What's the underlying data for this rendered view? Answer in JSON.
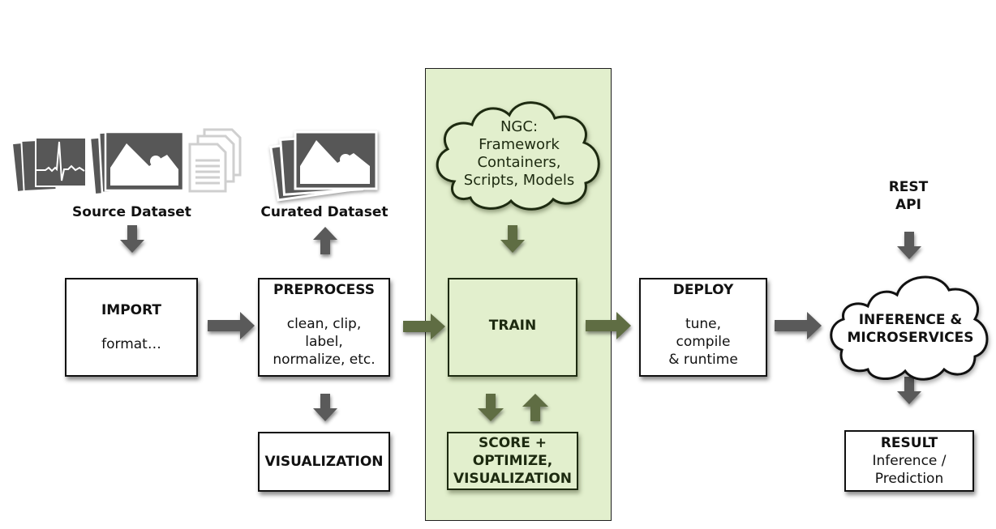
{
  "colors": {
    "arrow_gray": "#5a5a5a",
    "arrow_green": "#5f6d43",
    "panel_green": "#e2efcd",
    "green_text": "#1d2a10",
    "box_border": "#111111"
  },
  "source": {
    "label": "Source Dataset",
    "icons": [
      "ecg-photo-stack-icon",
      "landscape-photo-stack-icon",
      "document-stack-icon"
    ]
  },
  "curated": {
    "label": "Curated Dataset",
    "icons": [
      "landscape-photo-stack-icon"
    ]
  },
  "import": {
    "title": "IMPORT",
    "body": "format…"
  },
  "preprocess": {
    "title": "PREPROCESS",
    "body": [
      "clean, clip,",
      "label,",
      "normalize, etc."
    ]
  },
  "visualization": {
    "title": "VISUALIZATION"
  },
  "ngc": {
    "lines": [
      "NGC:",
      "Framework",
      "Containers,",
      "Scripts, Models"
    ]
  },
  "train": {
    "title": "TRAIN"
  },
  "score": {
    "lines": [
      "SCORE +",
      "OPTIMIZE,",
      "VISUALIZATION"
    ]
  },
  "deploy": {
    "title": "DEPLOY",
    "body": [
      "tune,",
      "compile",
      "& runtime"
    ]
  },
  "rest": {
    "lines": [
      "REST",
      "API"
    ]
  },
  "inference": {
    "lines": [
      "INFERENCE &",
      "MICROSERVICES"
    ]
  },
  "result": {
    "title": "RESULT",
    "body": [
      "Inference /",
      "Prediction"
    ]
  }
}
